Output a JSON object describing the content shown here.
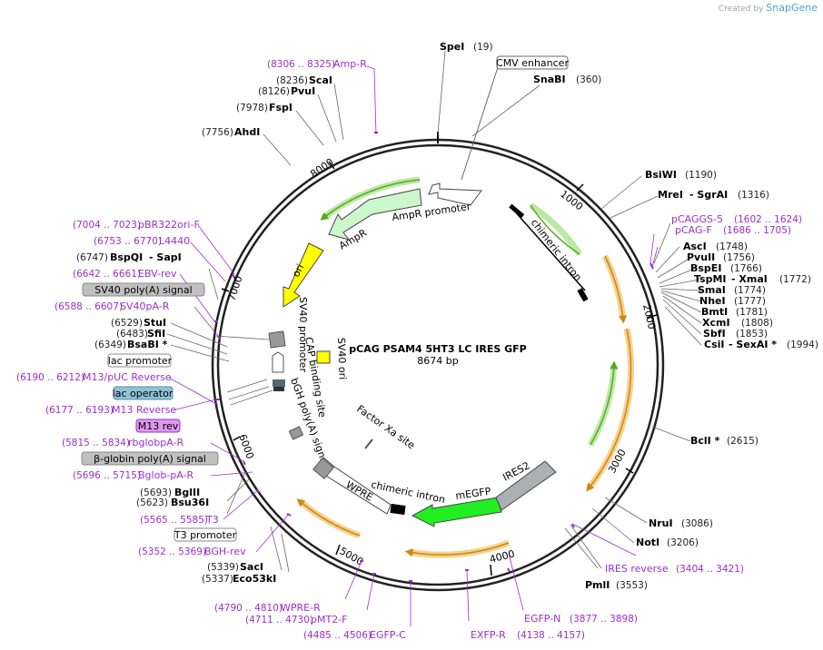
{
  "credit": {
    "prefix": "Created by",
    "brand": "SnapGene"
  },
  "plasmid": {
    "name": "pCAG PSAM4 5HT3 LC IRES GFP",
    "length": "8674 bp"
  },
  "ticks": [
    "1000",
    "2000",
    "3000",
    "4000",
    "5000",
    "6000",
    "7000",
    "8000"
  ],
  "features": {
    "ampr_promoter": "AmpR promoter",
    "ampr": "AmpR",
    "ori": "ori",
    "chimeric_intron_top": "chimeric intron",
    "sv40_promoter": "SV40 promoter",
    "sv40_ori": "SV40 ori",
    "cap_binding_site": "CAP binding site",
    "bgh_polya_signal": "bGH poly(A) signal",
    "factor_xa_site": "Factor Xa site",
    "wpre": "WPRE",
    "chimeric_intron_bottom": "chimeric intron",
    "megfp": "mEGFP",
    "ires2": "IRES2"
  },
  "sites": [
    {
      "name": "SpeI",
      "pos": "(19)"
    },
    {
      "name": "SnaBI",
      "pos": "(360)"
    },
    {
      "name": "BsiWI",
      "pos": "(1190)"
    },
    {
      "name": "MreI",
      "name2": "- SgrAI",
      "pos": "(1316)"
    },
    {
      "name": "AscI",
      "pos": "(1748)"
    },
    {
      "name": "PvuII",
      "pos": "(1756)"
    },
    {
      "name": "BspEI",
      "pos": "(1766)"
    },
    {
      "name": "TspMI",
      "name2": "- XmaI",
      "pos": "(1772)"
    },
    {
      "name": "SmaI",
      "pos": "(1774)"
    },
    {
      "name": "NheI",
      "pos": "(1777)"
    },
    {
      "name": "BmtI",
      "pos": "(1781)"
    },
    {
      "name": "XcmI",
      "pos": "(1808)"
    },
    {
      "name": "SbfI",
      "pos": "(1853)"
    },
    {
      "name": "CsiI",
      "name2": "- SexAI *",
      "pos": "(1994)"
    },
    {
      "name": "BclI *",
      "pos": "(2615)"
    },
    {
      "name": "NruI",
      "pos": "(3086)"
    },
    {
      "name": "NotI",
      "pos": "(3206)"
    },
    {
      "name": "PmlI",
      "pos": "(3553)"
    },
    {
      "name": "SacI",
      "pos": "(5339)"
    },
    {
      "name": "Eco53kI",
      "pos": "(5337)"
    },
    {
      "name": "BglII",
      "pos": "(5693)"
    },
    {
      "name": "Bsu36I",
      "pos": "(5623)"
    },
    {
      "name": "BspQI",
      "name2": "- SapI",
      "pos": "(6747)"
    },
    {
      "name": "StuI",
      "pos": "(6529)"
    },
    {
      "name": "SfiI",
      "pos": "(6483)"
    },
    {
      "name": "BsaBI *",
      "pos": "(6349)"
    },
    {
      "name": "AhdI",
      "pos": "(7756)"
    },
    {
      "name": "FspI",
      "pos": "(7978)"
    },
    {
      "name": "PvuI",
      "pos": "(8126)"
    },
    {
      "name": "ScaI",
      "pos": "(8236)"
    }
  ],
  "primers": [
    {
      "name": "Amp-R",
      "pos": "(8306 .. 8325)"
    },
    {
      "name": "pCAGGS-5",
      "pos": "(1602 .. 1624)"
    },
    {
      "name": "pCAG-F",
      "pos": "(1686 .. 1705)"
    },
    {
      "name": "IRES reverse",
      "pos": "(3404 .. 3421)"
    },
    {
      "name": "EGFP-N",
      "pos": "(3877 .. 3898)"
    },
    {
      "name": "EXFP-R",
      "pos": "(4138 .. 4157)"
    },
    {
      "name": "EGFP-C",
      "pos": "(4485 .. 4506)"
    },
    {
      "name": "pMT2-F",
      "pos": "(4711 .. 4730)"
    },
    {
      "name": "WPRE-R",
      "pos": "(4790 .. 4810)"
    },
    {
      "name": "BGH-rev",
      "pos": "(5352 .. 5369)"
    },
    {
      "name": "T3",
      "pos": "(5565 .. 5585)"
    },
    {
      "name": "Bglob-pA-R",
      "pos": "(5696 .. 5715)"
    },
    {
      "name": "rbglobpA-R",
      "pos": "(5815 .. 5834)"
    },
    {
      "name": "M13 Reverse",
      "pos": "(6177 .. 6193)"
    },
    {
      "name": "M13/pUC Reverse",
      "pos": "(6190 .. 6212)"
    },
    {
      "name": "SV40pA-R",
      "pos": "(6588 .. 6607)"
    },
    {
      "name": "EBV-rev",
      "pos": "(6642 .. 6661)"
    },
    {
      "name": "L4440",
      "pos": "(6753 .. 6770)"
    },
    {
      "name": "pBR322ori-F",
      "pos": "(7004 .. 7023)"
    }
  ],
  "boxed": {
    "cmv_enhancer": "CMV enhancer",
    "sv40_polya": "SV40 poly(A) signal",
    "lac_promoter": "lac promoter",
    "lac_operator": "lac operator",
    "m13_rev": "M13 rev",
    "beta_globin_polya": "β-globin poly(A) signal",
    "t3_promoter": "T3 promoter"
  },
  "colors": {
    "ring": "#222222",
    "primer": "#9b2fc9",
    "ampr": "#ccf7cc",
    "ori": "#ffff00",
    "egfp": "#22ee22",
    "ires": "#aab0b3",
    "orf_arrow": "#c88a1a",
    "green_arrow": "#55aa22"
  }
}
